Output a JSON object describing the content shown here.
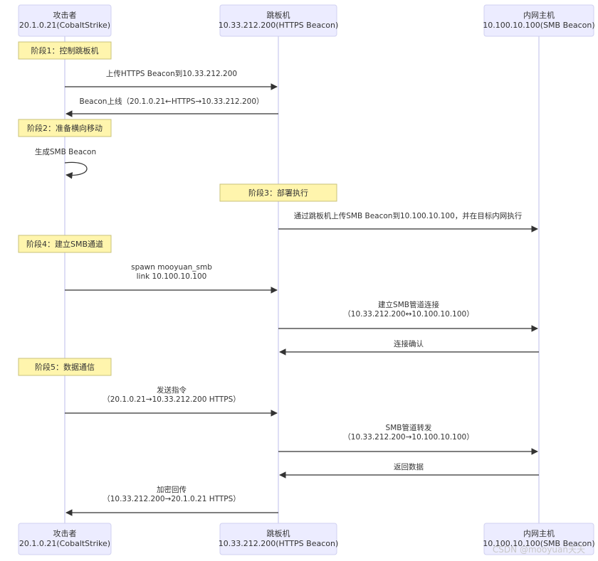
{
  "participants": [
    {
      "id": "attacker",
      "line1": "攻击者",
      "line2": "20.1.0.21(CobaltStrike)"
    },
    {
      "id": "jump",
      "line1": "跳板机",
      "line2": "10.33.212.200(HTTPS Beacon)"
    },
    {
      "id": "internal",
      "line1": "内网主机",
      "line2": "10.100.10.100(SMB Beacon)"
    }
  ],
  "notes": [
    {
      "label": "阶段1：控制跳板机",
      "over": "attacker"
    },
    {
      "label": "阶段2：准备横向移动",
      "over": "attacker"
    },
    {
      "label": "阶段3：部署执行",
      "over": "jump"
    },
    {
      "label": "阶段4：建立SMB通道",
      "over": "attacker"
    },
    {
      "label": "阶段5：数据通信",
      "over": "attacker"
    }
  ],
  "messages": [
    {
      "from": "attacker",
      "to": "jump",
      "lines": [
        "上传HTTPS Beacon到10.33.212.200"
      ]
    },
    {
      "from": "jump",
      "to": "attacker",
      "lines": [
        "Beacon上线（20.1.0.21←HTTPS→10.33.212.200）"
      ]
    },
    {
      "from": "attacker",
      "to": "attacker",
      "lines": [
        "生成SMB Beacon"
      ]
    },
    {
      "from": "jump",
      "to": "internal",
      "lines": [
        "通过跳板机上传SMB Beacon到10.100.10.100，并在目标内网执行"
      ]
    },
    {
      "from": "attacker",
      "to": "jump",
      "lines": [
        "spawn mooyuan_smb",
        "link 10.100.10.100"
      ]
    },
    {
      "from": "jump",
      "to": "internal",
      "lines": [
        "建立SMB管道连接",
        "（10.33.212.200↔10.100.10.100）"
      ]
    },
    {
      "from": "internal",
      "to": "jump",
      "lines": [
        "连接确认"
      ]
    },
    {
      "from": "attacker",
      "to": "jump",
      "lines": [
        "发送指令",
        "（20.1.0.21→10.33.212.200 HTTPS）"
      ]
    },
    {
      "from": "jump",
      "to": "internal",
      "lines": [
        "SMB管道转发",
        "（10.33.212.200→10.100.10.100）"
      ]
    },
    {
      "from": "internal",
      "to": "jump",
      "lines": [
        "返回数据"
      ]
    },
    {
      "from": "jump",
      "to": "attacker",
      "lines": [
        "加密回传",
        "（10.33.212.200→20.1.0.21 HTTPS）"
      ]
    }
  ],
  "watermark": "CSDN @mooyuan天天",
  "colors": {
    "participant_fill": "#ececff",
    "note_fill": "#fff5ad",
    "line": "#333333"
  }
}
